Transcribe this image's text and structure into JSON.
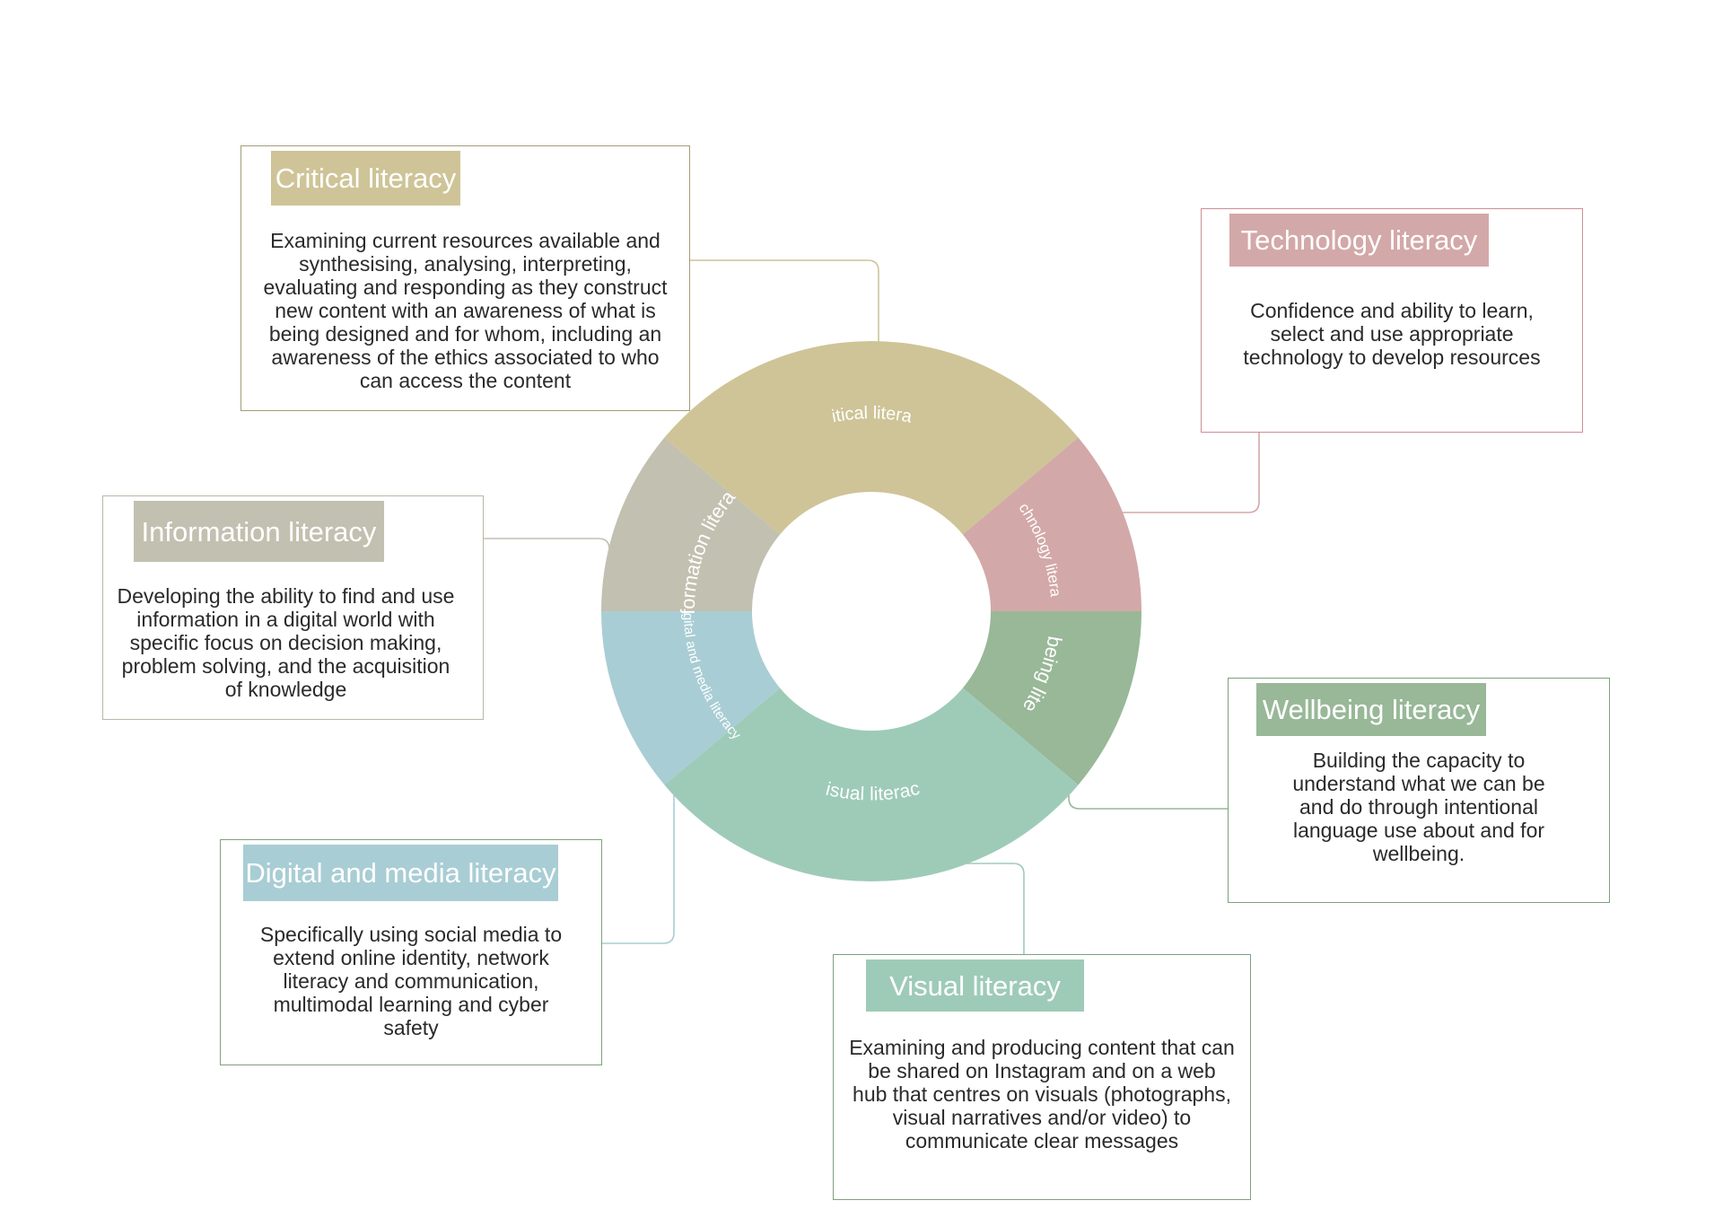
{
  "colors": {
    "critical": "#cec497",
    "technology": "#d3a8a8",
    "wellbeing": "#98b898",
    "visual": "#9ecbb8",
    "digital": "#a9cdd4",
    "information": "#c2c0b0"
  },
  "wheel": {
    "segments": [
      {
        "key": "critical",
        "label": "Critical literacy"
      },
      {
        "key": "technology",
        "label": "Technology literacy"
      },
      {
        "key": "wellbeing",
        "label": "Wellbeing literacy"
      },
      {
        "key": "visual",
        "label": "Visual literacy"
      },
      {
        "key": "digital",
        "label": "Digital and media literacy"
      },
      {
        "key": "information",
        "label": "Information literacy"
      }
    ]
  },
  "cards": {
    "critical": {
      "title": "Critical literacy",
      "desc": "Examining current resources available and synthesising, analysing, interpreting, evaluating and responding as they construct new content with an awareness of what is being designed and for whom, including an awareness of the ethics associated to who can access the content"
    },
    "technology": {
      "title": "Technology literacy",
      "desc": "Confidence and ability to learn, select and use appropriate technology to develop resources"
    },
    "information": {
      "title": "Information literacy",
      "desc": "Developing the ability to find and use information in a digital world with specific focus on decision making, problem solving, and the acquisition of knowledge"
    },
    "wellbeing": {
      "title": "Wellbeing literacy",
      "desc": "Building the capacity to understand what we can be and do through intentional language use about and for wellbeing."
    },
    "digital": {
      "title": "Digital and media literacy",
      "desc": "Specifically using social media to extend online identity, network literacy and communication, multimodal learning and cyber safety"
    },
    "visual": {
      "title": "Visual literacy",
      "desc": "Examining and producing content that can be shared on Instagram and on a web hub that centres on visuals (photographs, visual narratives and/or video) to communicate clear messages"
    }
  }
}
